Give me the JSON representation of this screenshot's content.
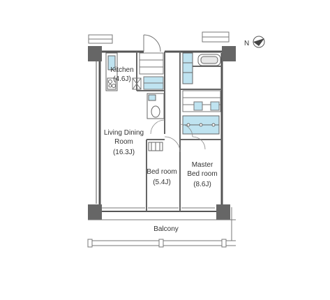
{
  "rooms": {
    "kitchen": {
      "name": "Kitchen",
      "size": "(4.6J)"
    },
    "living": {
      "name_line1": "Living Dining",
      "name_line2": "Room",
      "size": "(16.3J)"
    },
    "bedroom": {
      "name": "Bed room",
      "size": "(5.4J)"
    },
    "master": {
      "name_line1": "Master",
      "name_line2": "Bed room",
      "size": "(8.6J)"
    },
    "balcony": {
      "name": "Balcony"
    }
  },
  "compass": {
    "label": "N"
  },
  "colors": {
    "wall": "#555555",
    "fixture": "#bfe3f0",
    "line": "#666666"
  }
}
